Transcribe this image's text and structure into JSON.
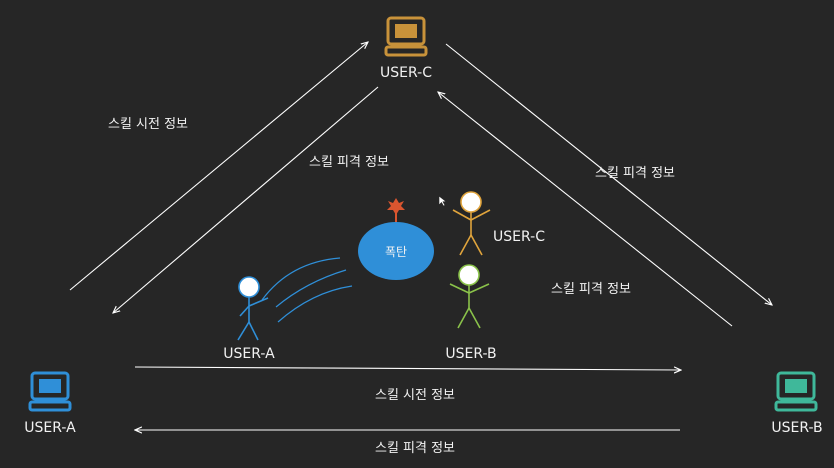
{
  "nodes": {
    "user_c": {
      "label": "USER-C",
      "color": "#c8923a"
    },
    "user_a": {
      "label": "USER-A",
      "color": "#2f8fd8"
    },
    "user_b": {
      "label": "USER-B",
      "color": "#3fb89a"
    }
  },
  "figures": {
    "user_a": {
      "label": "USER-A",
      "color": "#2f8fd8"
    },
    "user_b": {
      "label": "USER-B",
      "color": "#8ac24a"
    },
    "user_c": {
      "label": "USER-C",
      "color": "#e0a43c"
    }
  },
  "bomb": {
    "label": "폭탄",
    "color": "#2f8fd8",
    "fuse_color": "#d9552f"
  },
  "arrows": {
    "a_to_c": "스킬 시전 정보",
    "c_to_a": "스킬 피격 정보",
    "c_to_b": "스킬 피격 정보",
    "b_to_c": "스킬 피격 정보",
    "a_to_b": "스킬 시전 정보",
    "b_to_a": "스킬 피격 정보"
  },
  "arrow_color": "#ffffff"
}
